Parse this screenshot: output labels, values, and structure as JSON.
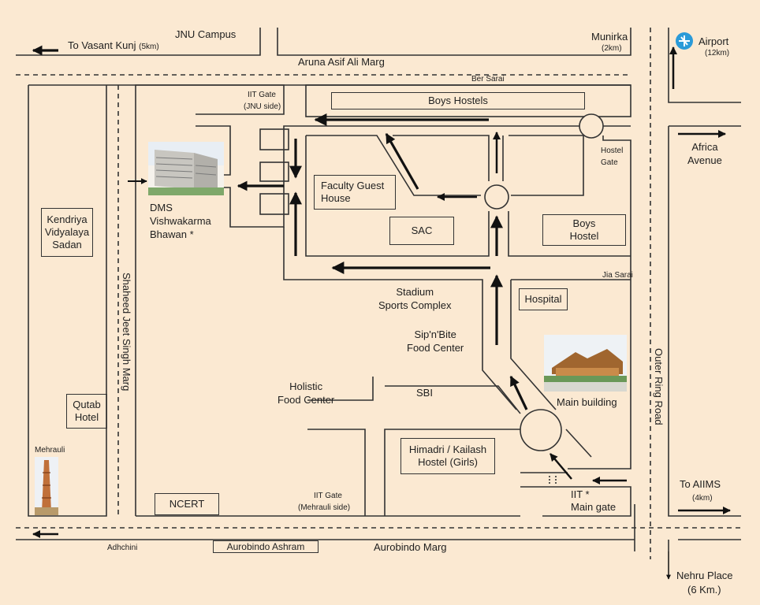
{
  "labels": {
    "to_vasant_kunj": "To Vasant Kunj",
    "vasant_kunj_dist": "(5km)",
    "jnu_campus": "JNU Campus",
    "aruna_asaf_ali_marg": "Aruna Asif Ali Marg",
    "munirka": "Munirka",
    "munirka_dist": "(2km)",
    "airport": "Airport",
    "airport_dist": "(12km)",
    "ber_sarai": "Ber Sarai",
    "iit_gate_jnu": "IIT Gate",
    "iit_gate_jnu_sub": "(JNU side)",
    "boys_hostels": "Boys Hostels",
    "hostel_gate": "Hostel\nGate",
    "africa_avenue": "Africa\nAvenue",
    "dms_bhawan": "DMS\nVishwakarma\nBhawan *",
    "faculty_guest_house": "Faculty Guest\nHouse",
    "sac": "SAC",
    "boys_hostel": "Boys\nHostel",
    "kendriya_vidyalaya": "Kendriya\nVidyalaya\nSadan",
    "jia_sarai": "Jia Sarai",
    "stadium": "Stadium\nSports Complex",
    "hospital": "Hospital",
    "shaheed_jeet_singh_marg": "Shaheed Jeet Singh Marg",
    "sipnbite": "Sip'n'Bite\nFood Center",
    "outer_ring_road": "Outer Ring Road",
    "holistic": "Holistic\nFood Center",
    "sbi": "SBI",
    "main_building": "Main building",
    "qutab_hotel": "Qutab\nHotel",
    "himadri_kailash": "Himadri / Kailash\nHostel (Girls)",
    "mehrauli": "Mehrauli",
    "iit_main_gate": "IIT *\nMain gate",
    "to_aiims": "To AIIMS",
    "aiims_dist": "(4km)",
    "ncert": "NCERT",
    "iit_gate_mehrauli": "IIT Gate",
    "iit_gate_mehrauli_sub": "(Mehrauli side)",
    "adhchini": "Adhchini",
    "aurobindo_ashram": "Aurobindo Ashram",
    "aurobindo_marg": "Aurobindo Marg",
    "nehru_place": "Nehru Place",
    "nehru_place_dist": "(6 Km.)"
  },
  "colors": {
    "background": "#fbe9d2",
    "road_line": "#333333",
    "arrow": "#111111",
    "airport_icon": "#2a9ad8"
  },
  "icons": {
    "airport": "airplane-icon"
  }
}
